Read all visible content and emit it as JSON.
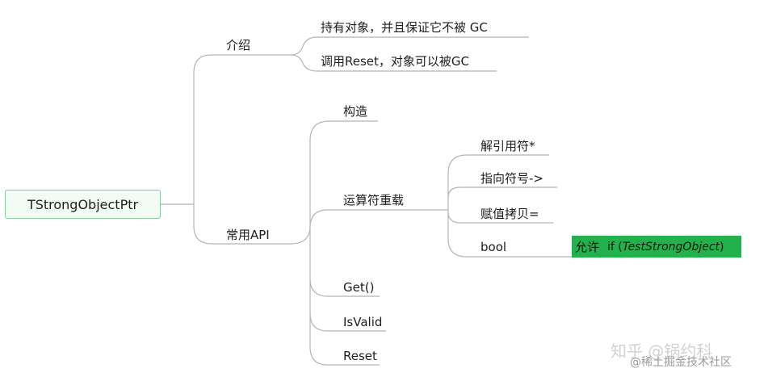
{
  "root": {
    "label": "TStrongObjectPtr"
  },
  "intro": {
    "label": "介绍",
    "items": [
      "持有对象，并且保证它不被 GC",
      "调用Reset，对象可以被GC"
    ]
  },
  "api": {
    "label": "常用API",
    "items": {
      "construct": "构造",
      "operators": "运算符重载",
      "get": "Get()",
      "isvalid": "IsValid",
      "reset": "Reset"
    }
  },
  "operators": {
    "deref": "解引用符*",
    "arrow": "指向符号->",
    "assign": "赋值拷贝=",
    "bool": "bool"
  },
  "bool_note": {
    "prefix": "允许",
    "text": "if (",
    "code": "TestStrongObject",
    "suffix": ")",
    "color": "#22b14c"
  },
  "watermark": {
    "main": "知乎 @锅约科",
    "sub": "@稀土掘金技术社区"
  },
  "colors": {
    "line": "#b5b5b5",
    "root_border": "#8dca9d"
  }
}
